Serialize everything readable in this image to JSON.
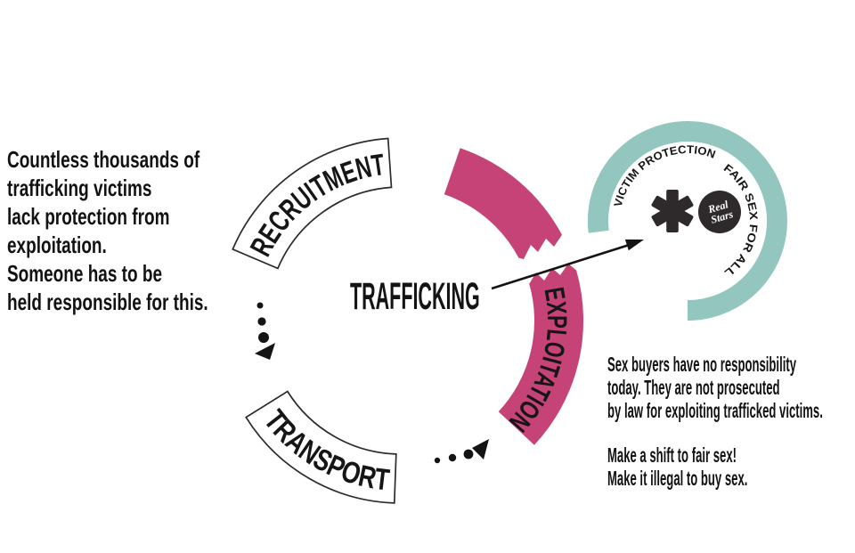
{
  "intro": {
    "lines": [
      "Countless thousands of",
      "trafficking victims",
      "lack protection from",
      "exploitation.",
      "Someone has to be",
      "held responsible for this."
    ]
  },
  "diagram": {
    "center_label": "TRAFFICKING",
    "stage_recruitment": "RECRUITMENT",
    "stage_transport": "TRANSPORT",
    "stage_exploitation": "EXPLOITATION",
    "protection_label": "VICTIM PROTECTION",
    "fair_sex_label": "FAIR SEX FOR ALL",
    "logo": {
      "line1": "Real",
      "line2": "Stars"
    },
    "colors": {
      "pink": "#c64377",
      "teal": "#92c6bf",
      "ink": "#161616",
      "dark": "#2e2a2b",
      "band_fill": "#ffffff",
      "band_stroke": "#2b2b2b"
    }
  },
  "outro": {
    "para1": [
      "Sex buyers have no responsibility",
      "today. They are not prosecuted",
      "by law for exploiting trafficked victims."
    ],
    "para2": [
      "Make a shift to fair sex!",
      "Make it illegal to buy sex."
    ]
  }
}
